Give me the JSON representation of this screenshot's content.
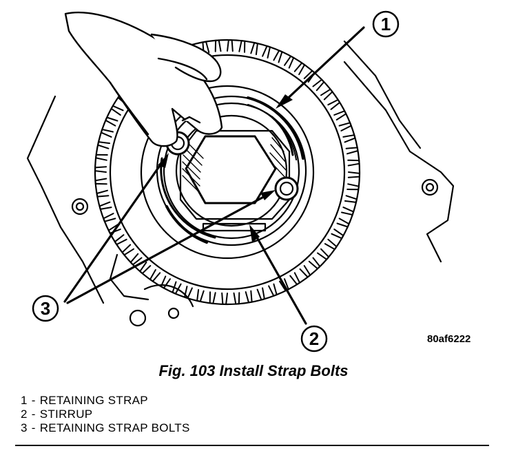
{
  "figure": {
    "image_id": "80af6222",
    "callouts": [
      "1",
      "2",
      "3"
    ]
  },
  "caption": "Fig. 103 Install Strap Bolts",
  "legend": [
    {
      "num": "1",
      "sep": "-",
      "label": "RETAINING STRAP"
    },
    {
      "num": "2",
      "sep": "-",
      "label": "STIRRUP"
    },
    {
      "num": "3",
      "sep": "-",
      "label": "RETAINING STRAP BOLTS"
    }
  ]
}
